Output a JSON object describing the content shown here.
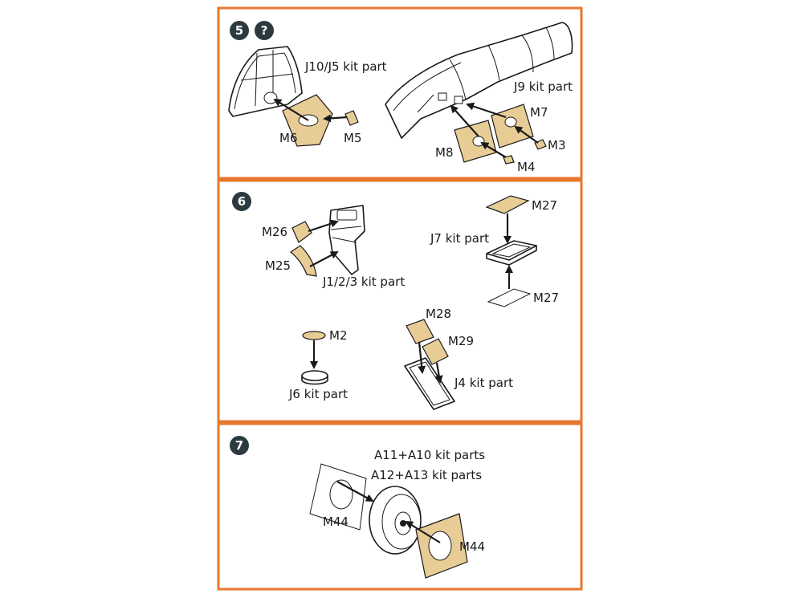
{
  "colors": {
    "frame": "#e8772e",
    "badge": "#2b3a40",
    "mask": "#e8cc96",
    "ink": "#1a1a1a"
  },
  "steps": [
    {
      "number": "5",
      "help_icon": "question-mark-icon",
      "help_glyph": "?",
      "labels": {
        "j10_j5": "J10/J5 kit part",
        "j9": "J9 kit part",
        "m6": "M6",
        "m5": "M5",
        "m7": "M7",
        "m3": "M3",
        "m8": "M8",
        "m4": "M4"
      }
    },
    {
      "number": "6",
      "labels": {
        "m26": "M26",
        "m25": "M25",
        "j123": "J1/2/3 kit part",
        "m27_top": "M27",
        "j7": "J7 kit part",
        "m27_bottom": "M27",
        "m2": "M2",
        "j6": "J6 kit part",
        "m28": "M28",
        "m29": "M29",
        "j4": "J4 kit part"
      }
    },
    {
      "number": "7",
      "labels": {
        "a11_a10": "A11+A10 kit parts",
        "a12_a13": "A12+A13 kit parts",
        "m44_left": "M44",
        "m44_right": "M44"
      }
    }
  ]
}
